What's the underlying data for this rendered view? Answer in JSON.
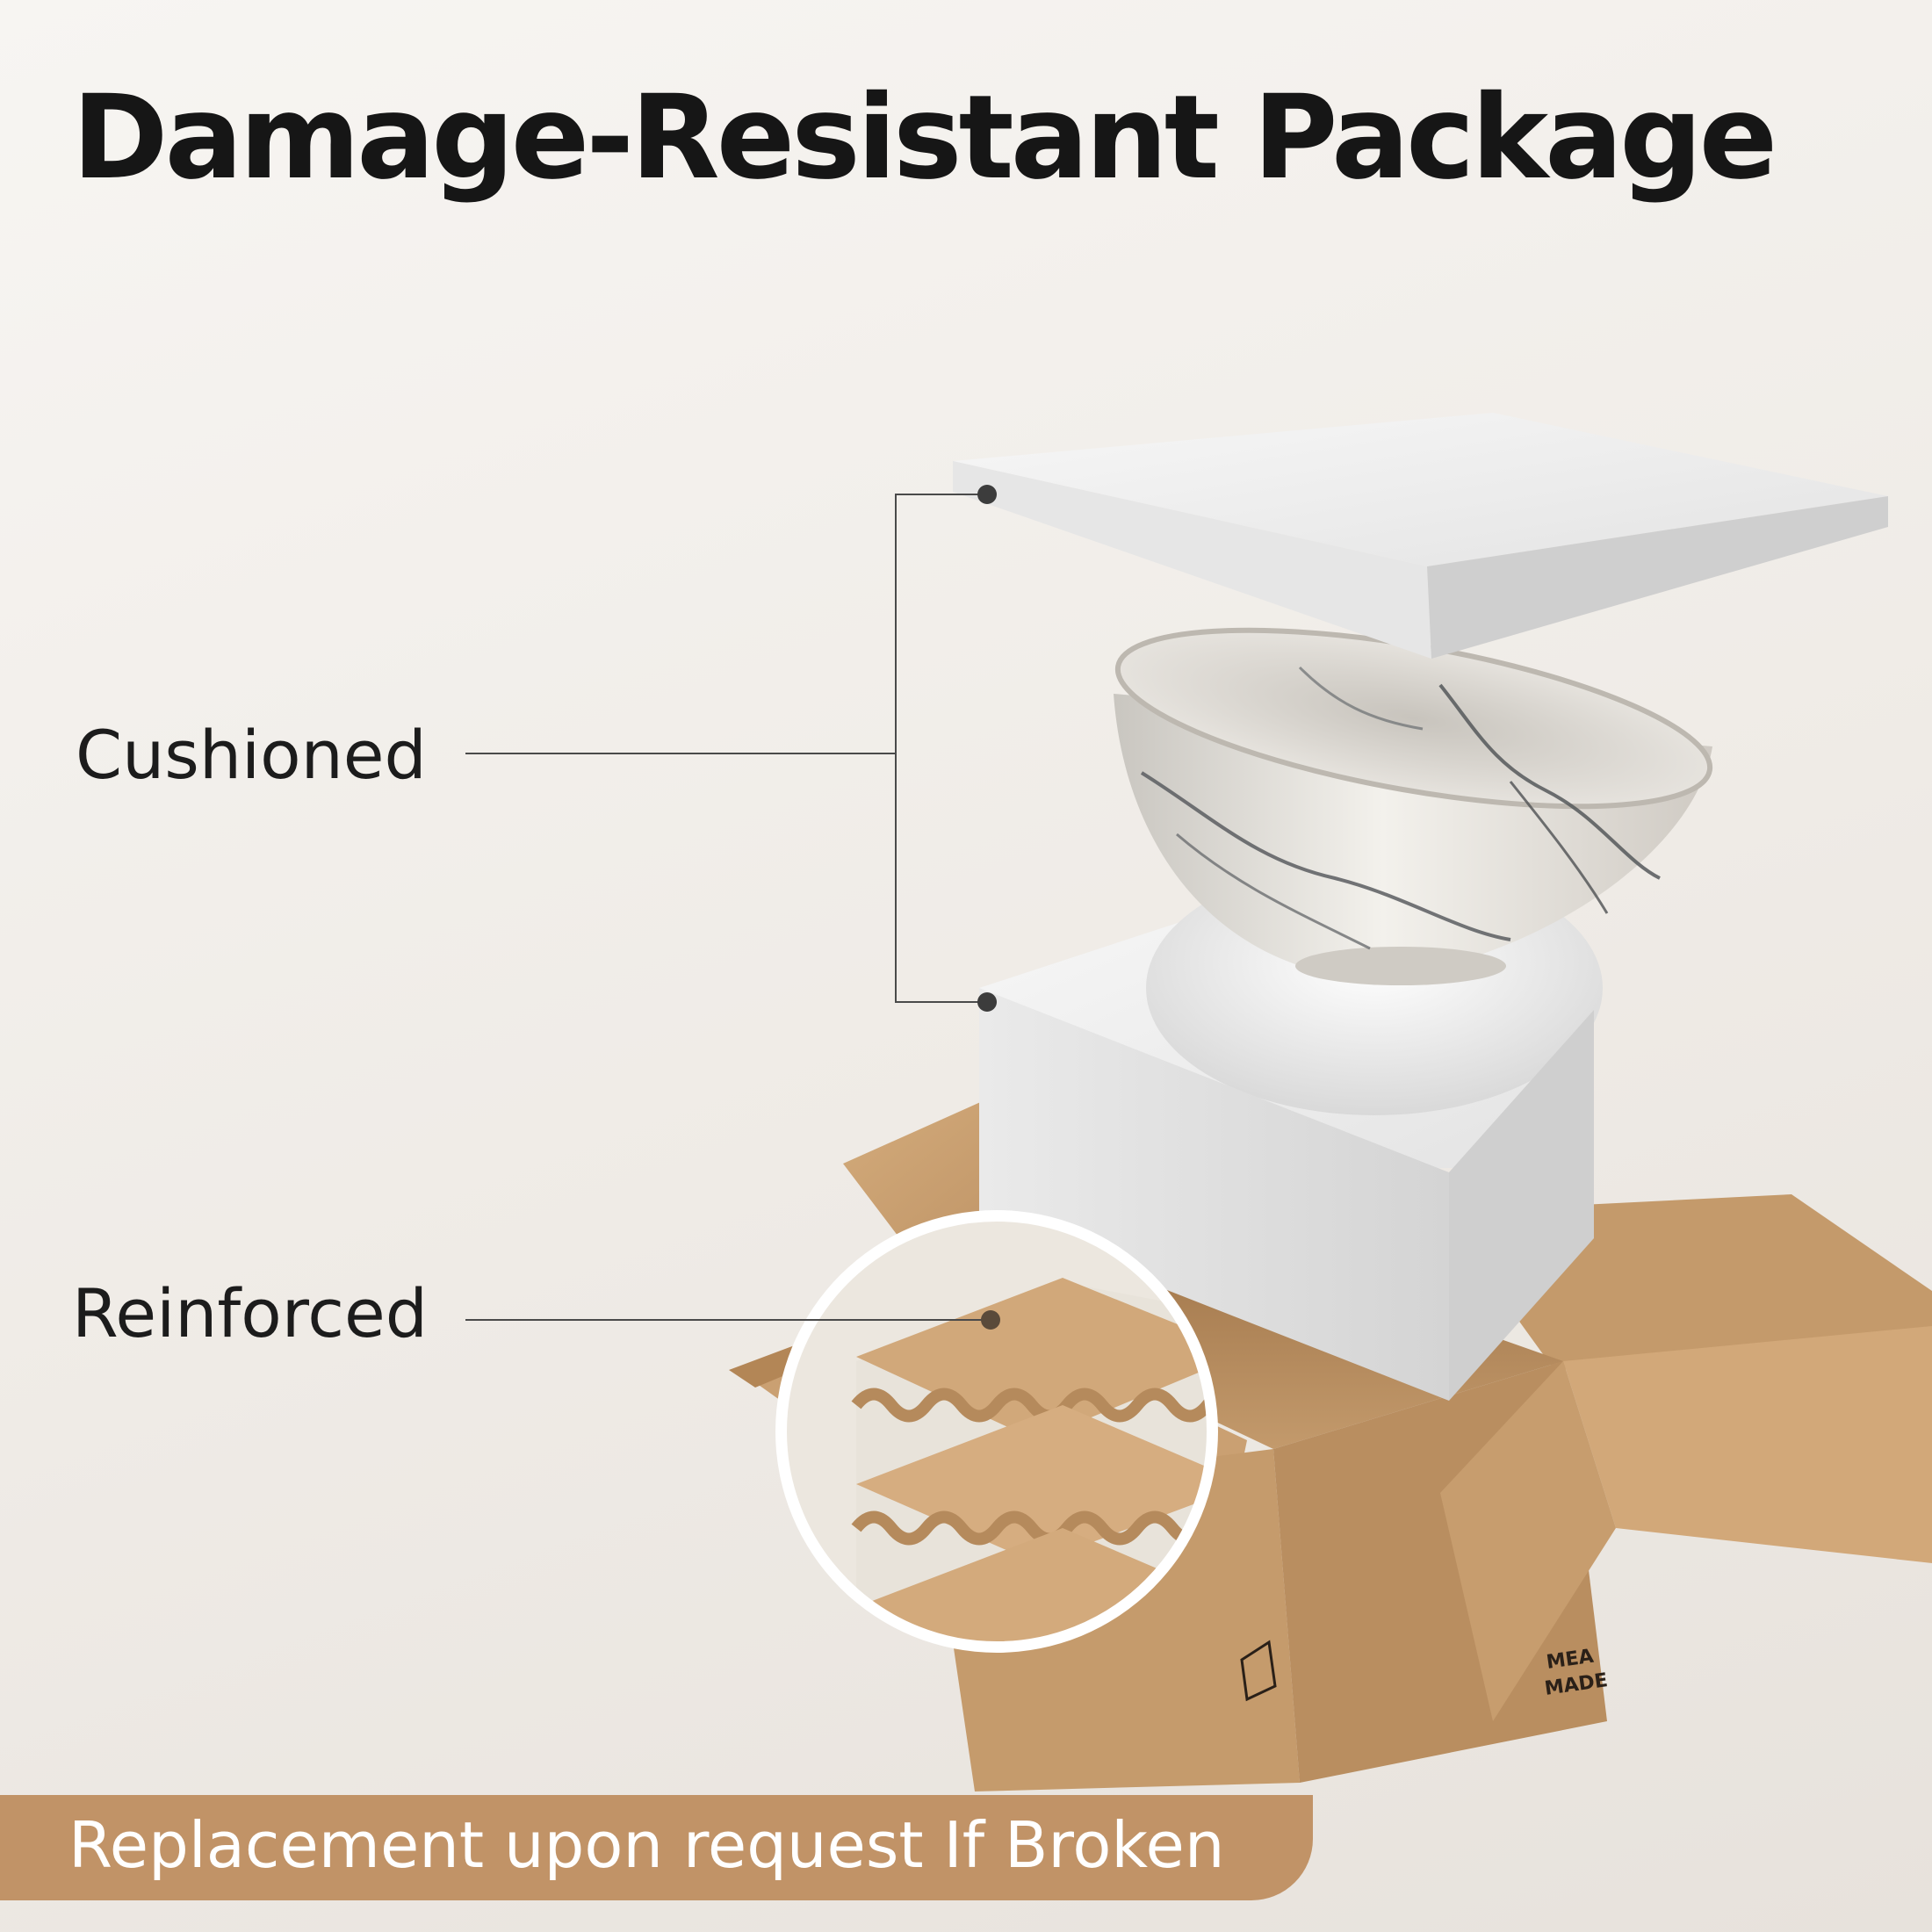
{
  "title": "Damage-Resistant Package",
  "callouts": {
    "cushioned": "Cushioned",
    "reinforced": "Reinforced"
  },
  "banner": {
    "text": "Replacement upon request If Broken",
    "color": "#c19367"
  },
  "box_print": {
    "line1": "MEA",
    "line2": "MADE"
  },
  "colors": {
    "cardboard": "#c9a273",
    "cardboard_dark": "#a97f52",
    "foam": "#f2f2f2",
    "marble_vein": "#5a5d60"
  }
}
